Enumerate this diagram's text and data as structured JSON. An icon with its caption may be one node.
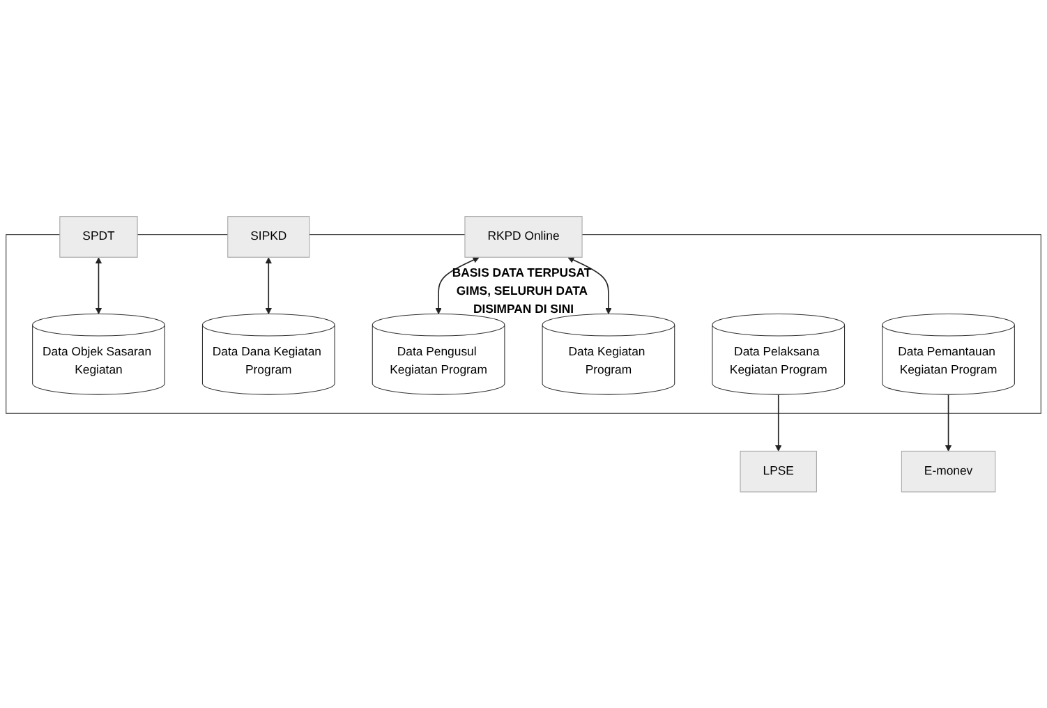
{
  "diagram": {
    "nodes": [
      {
        "text": [
          "SPDT"
        ]
      },
      {
        "text": [
          "RKPD Online"
        ]
      },
      {
        "text": [
          "SIPKD"
        ]
      },
      {
        "text": [
          "LPSE"
        ]
      },
      {
        "text": [
          "E-monev"
        ]
      },
      {
        "text": [
          "BASIS DATA TERPUSAT GIMS, SELURUH DATA DISIMPAN DI SINI"
        ]
      },
      {
        "text": [
          "Data Objek Sasaran Kegiatan"
        ],
        "in": 5
      },
      {
        "text": [
          "Data Dana Kegiatan Program"
        ],
        "in": 5
      },
      {
        "text": [
          "Data Pengusul Kegiatan Program"
        ],
        "in": 5
      },
      {
        "text": [
          "Data Kegiatan Program"
        ],
        "in": 5
      },
      {
        "text": [
          "Data Pelaksana Kegiatan Program"
        ],
        "in": 5
      },
      {
        "text": [
          "Data Pemantauan Kegiatan Program"
        ],
        "in": 5
      }
    ],
    "edges": [
      {
        "from": 0,
        "to": 6,
        "arrow": "both"
      },
      {
        "from": 1,
        "to": 8,
        "arrow": "both"
      },
      {
        "from": 1,
        "to": 9,
        "arrow": "both"
      },
      {
        "from": 2,
        "to": 7,
        "arrow": "both"
      },
      {
        "from": 10,
        "to": 3,
        "arrow": "to"
      },
      {
        "from": 11,
        "to": 4,
        "arrow": "to"
      }
    ]
  }
}
